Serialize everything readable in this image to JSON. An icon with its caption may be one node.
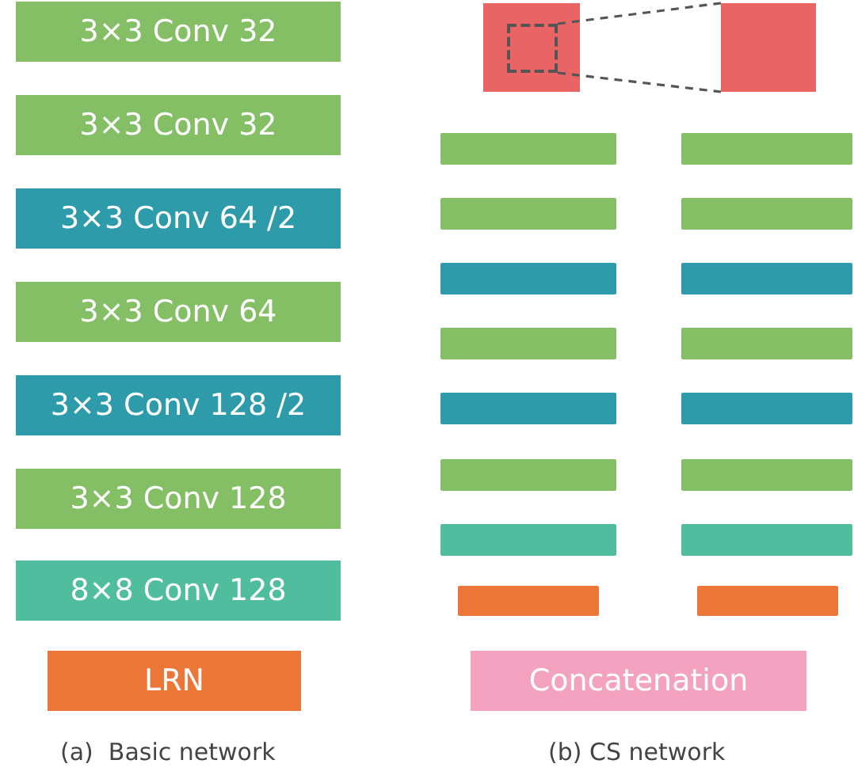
{
  "diagram": {
    "nodes": [
      {
        "text": [
          "3×3 Conv 32"
        ]
      },
      {
        "text": [
          "3×3 Conv 32"
        ]
      },
      {
        "text": [
          "3×3 Conv 64 /2"
        ]
      },
      {
        "text": [
          "3×3 Conv 64"
        ]
      },
      {
        "text": [
          "3×3 Conv 128 /2"
        ]
      },
      {
        "text": [
          "3×3 Conv 128"
        ]
      },
      {
        "text": [
          "8×8 Conv 128"
        ]
      },
      {
        "text": [
          "LRN"
        ]
      },
      {
        "text": [],
        "shape": "box"
      },
      {
        "text": [],
        "shape": "box",
        "in": 8
      },
      {
        "text": [],
        "shape": "box"
      },
      {
        "text": [],
        "shape": "bar"
      },
      {
        "text": [],
        "shape": "bar"
      },
      {
        "text": [],
        "shape": "bar"
      },
      {
        "text": [],
        "shape": "bar"
      },
      {
        "text": [],
        "shape": "bar"
      },
      {
        "text": [],
        "shape": "bar"
      },
      {
        "text": [],
        "shape": "bar"
      },
      {
        "text": [],
        "shape": "bar"
      },
      {
        "text": [],
        "shape": "bar"
      },
      {
        "text": [],
        "shape": "bar"
      },
      {
        "text": [],
        "shape": "bar"
      },
      {
        "text": [],
        "shape": "bar"
      },
      {
        "text": [],
        "shape": "bar"
      },
      {
        "text": [],
        "shape": "bar"
      },
      {
        "text": [],
        "shape": "bar"
      },
      {
        "text": [],
        "shape": "bar"
      },
      {
        "text": [
          "Concatenation"
        ]
      }
    ],
    "edges": [
      {
        "from": 9,
        "to": 10,
        "arrow": "none",
        "style": "dashed"
      },
      {
        "from": 9,
        "to": 10,
        "arrow": "none",
        "style": "dashed"
      }
    ],
    "labels": [
      "(a)  Basic network",
      "(b) CS network"
    ]
  }
}
